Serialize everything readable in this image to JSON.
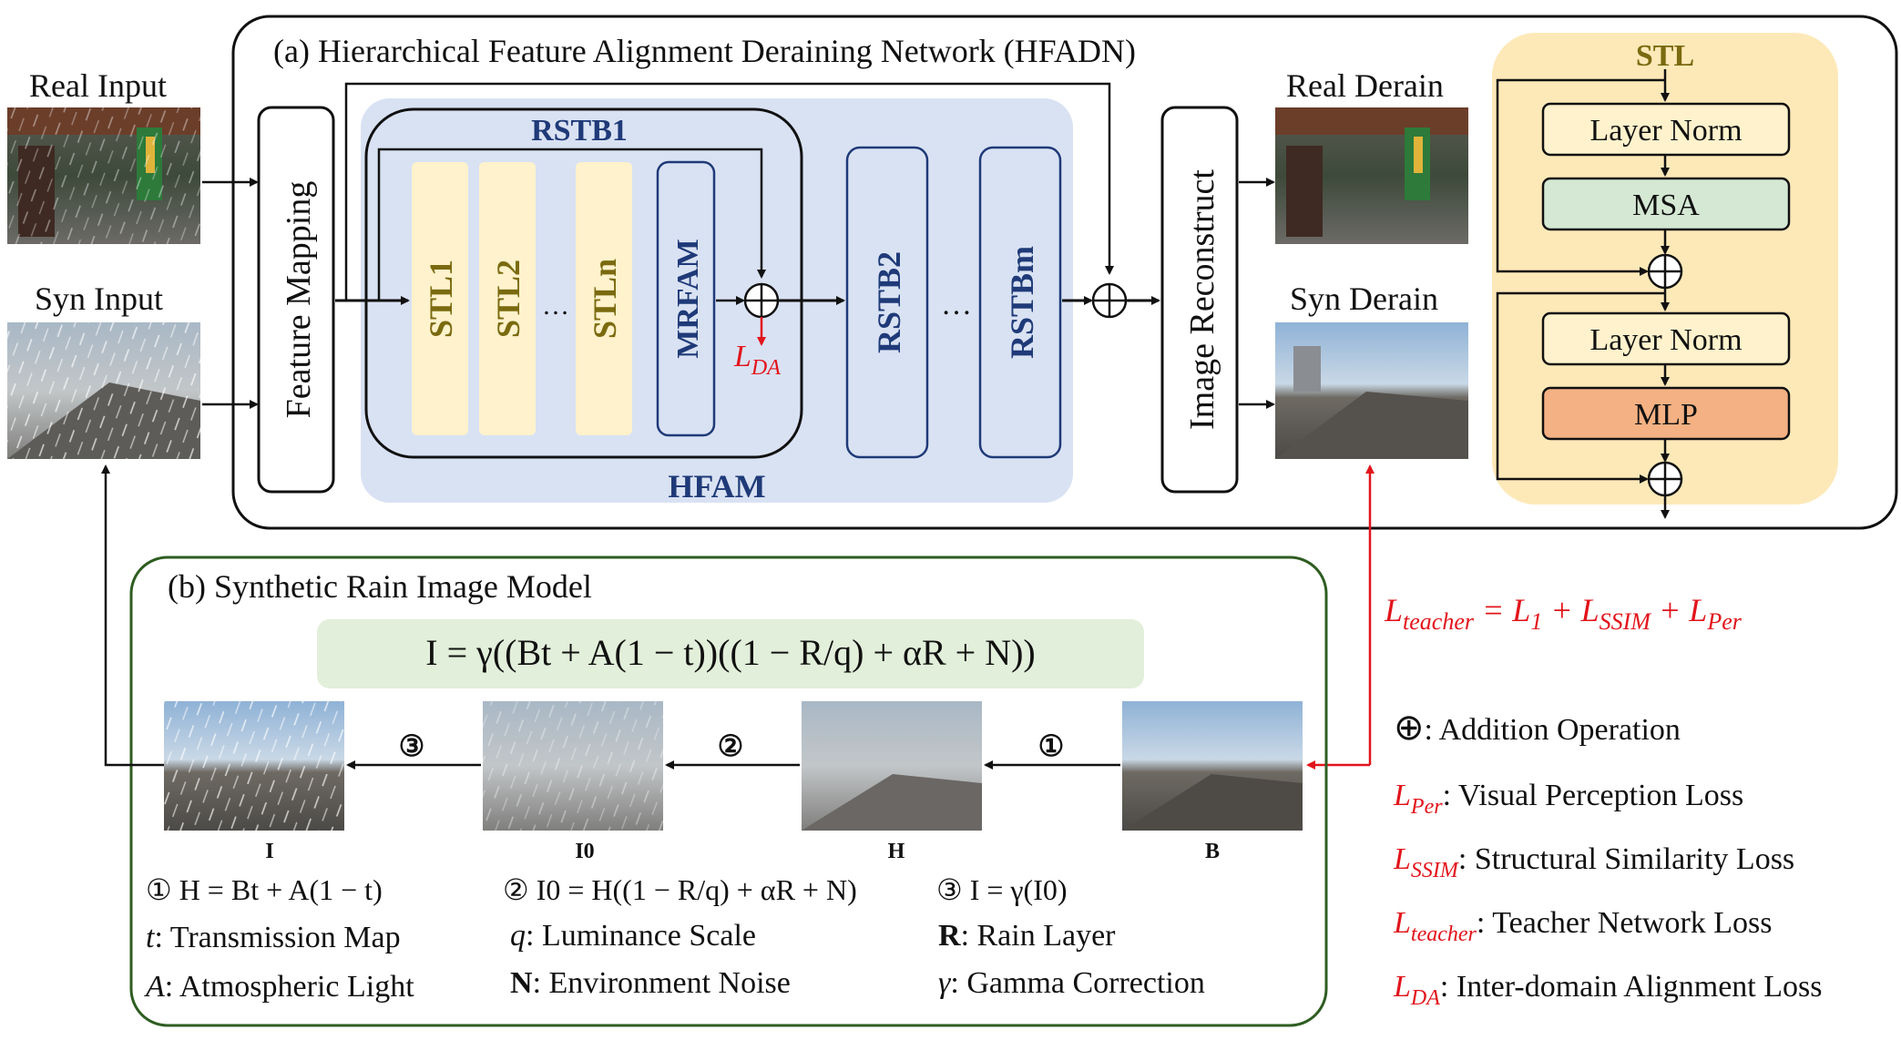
{
  "panel_a": {
    "title": "(a)  Hierarchical Feature Alignment Deraining Network  (HFADN)",
    "real_input": "Real Input",
    "syn_input": "Syn Input",
    "feature_mapping": "Feature Mapping",
    "rstb1": "RSTB1",
    "stl1": "STL1",
    "stl2": "STL2",
    "dots": "…",
    "stln": "STLn",
    "mrfam": "MRFAM",
    "rstb2": "RSTB2",
    "rstbm": "RSTBm",
    "hfam": "HFAM",
    "image_reconstruct": "Image Reconstruct",
    "real_derain": "Real Derain",
    "syn_derain": "Syn Derain",
    "l_da": {
      "base": "L",
      "sub": "DA"
    }
  },
  "stl_block": {
    "title": "STL",
    "layer_norm_1": "Layer Norm",
    "msa": "MSA",
    "layer_norm_2": "Layer Norm",
    "mlp": "MLP"
  },
  "teacher_loss": {
    "text": "L",
    "sub": "teacher",
    "rest": " = L",
    "t1sub": "1",
    "plus1": " + L",
    "t2sub": "SSIM",
    "plus2": " + L",
    "t3sub": "Per"
  },
  "panel_b": {
    "title": "(b)  Synthetic Rain Image Model",
    "equation": "I = γ((Bt + A(1 − t))((1 − R/q) + αR + N))",
    "img_labels": [
      "I",
      "I0",
      "H",
      "B"
    ],
    "steps": [
      "③",
      "②",
      "①"
    ],
    "eq1": "①  H = Bt + A(1 − t)",
    "eq2": "②  I0 = H((1 − R/q) + αR + N)",
    "eq3": "③  I = γ(I0)",
    "legend": [
      {
        "sym": "t",
        "desc": ": Transmission Map"
      },
      {
        "sym": "A",
        "desc": ": Atmospheric Light"
      },
      {
        "sym": "q",
        "desc": ":  Luminance Scale"
      },
      {
        "sym": "N",
        "desc": ": Environment Noise"
      },
      {
        "sym": "R",
        "desc": ": Rain Layer"
      },
      {
        "sym": "γ",
        "desc": ":  Gamma Correction"
      }
    ]
  },
  "right_legend": [
    {
      "sym": "⊕",
      "sub": "",
      "desc": ": Addition Operation"
    },
    {
      "sym": "L",
      "sub": "Per",
      "desc": ": Visual Perception Loss"
    },
    {
      "sym": "L",
      "sub": "SSIM",
      "desc": ": Structural Similarity Loss"
    },
    {
      "sym": "L",
      "sub": "teacher",
      "desc": ": Teacher Network Loss"
    },
    {
      "sym": "L",
      "sub": "DA",
      "desc": ": Inter-domain Alignment Loss"
    }
  ],
  "colors": {
    "stl_yellow": "#fff2cc",
    "hfam_blue": "#d9e2f3",
    "msa_green": "#d5e8d4",
    "mlp_orange": "#f4b183",
    "stl_bg": "#fde9b8",
    "eq_green": "#e2efda",
    "loss_red": "#e2141b",
    "navy": "#1f3a78"
  }
}
